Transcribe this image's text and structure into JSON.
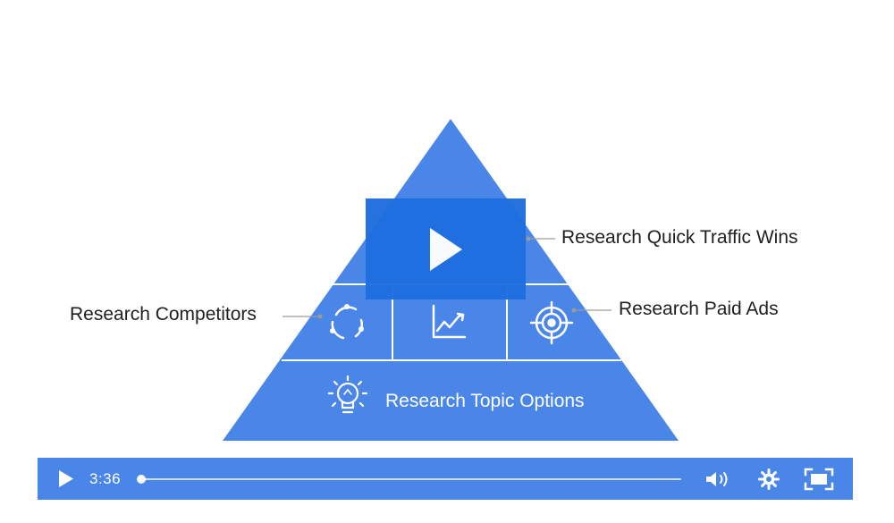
{
  "pyramid": {
    "color": "#4a86e8",
    "divider_color": "#ffffff",
    "bottom_tier_label": "Research Topic Options"
  },
  "callouts": {
    "quick_traffic": "Research Quick Traffic Wins",
    "competitors": "Research Competitors",
    "paid_ads": "Research Paid Ads"
  },
  "icons": {
    "left_cell": "refresh-cycle-icon",
    "middle_cell": "line-chart-icon",
    "right_cell": "target-icon",
    "bottom_tier": "lightbulb-icon"
  },
  "player": {
    "control_bar_color": "#4a86e8",
    "overlay_color": "#1f6fe0",
    "time": "3:36",
    "progress": 0.0
  }
}
